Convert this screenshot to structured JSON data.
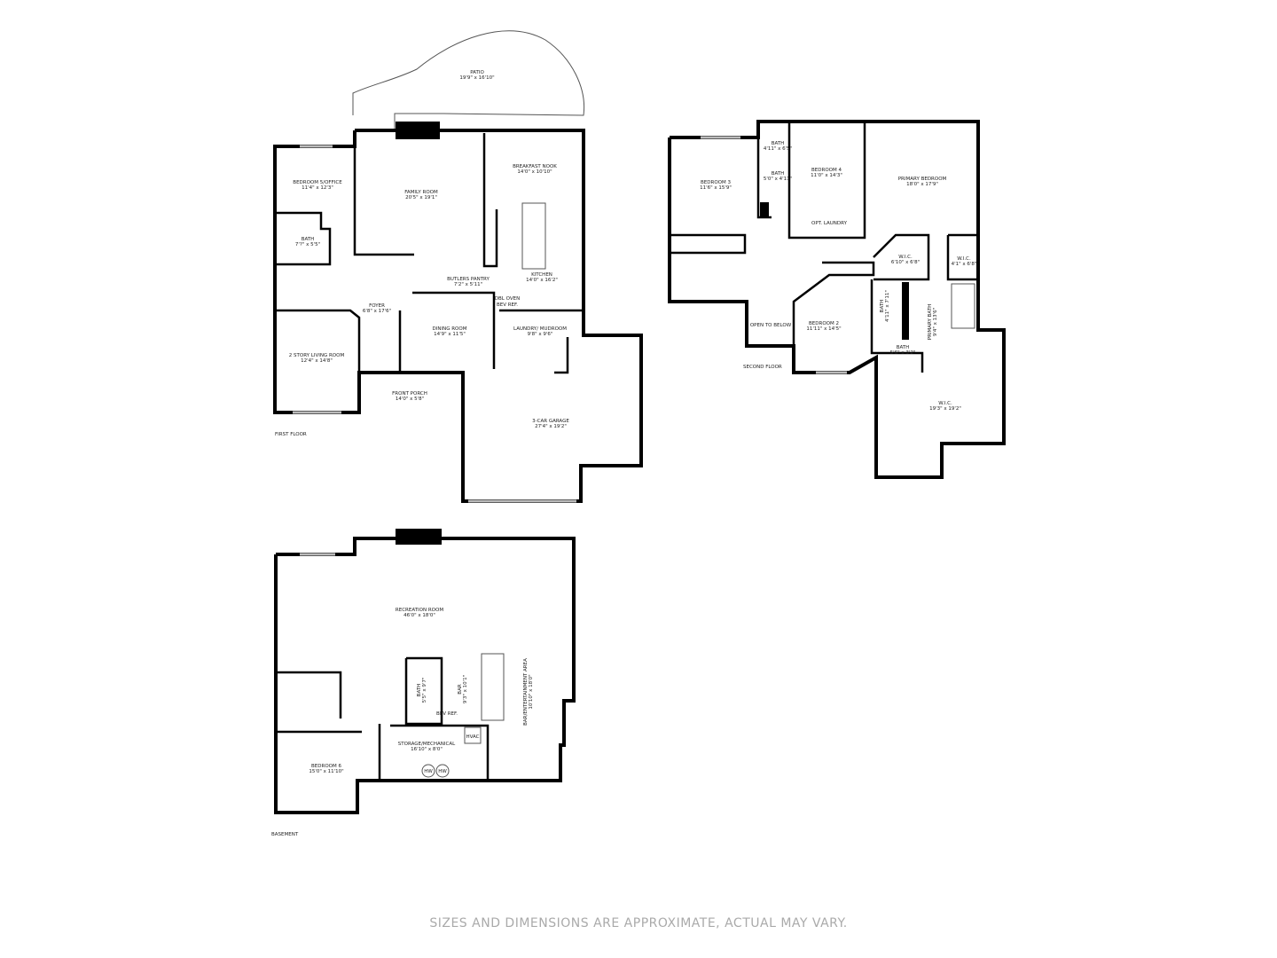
{
  "first_floor": {
    "label": "FIRST FLOOR",
    "rooms": [
      {
        "name": "PATIO",
        "dim": "19'9\" x 16'10\""
      },
      {
        "name": "BEDROOM 5/OFFICE",
        "dim": "11'4\" x 12'3\""
      },
      {
        "name": "FAMILY ROOM",
        "dim": "20'5\" x 19'1\""
      },
      {
        "name": "BREAKFAST NOOK",
        "dim": "14'0\" x 10'10\""
      },
      {
        "name": "BATH",
        "dim": "7'?\" x 5'5\""
      },
      {
        "name": "BUTLERS PANTRY",
        "dim": "7'2\" x 5'11\""
      },
      {
        "name": "KITCHEN",
        "dim": "14'0\" x 16'2\""
      },
      {
        "name": "FOYER",
        "dim": "6'8\" x 17'6\""
      },
      {
        "name": "DINING ROOM",
        "dim": "14'9\" x 11'5\""
      },
      {
        "name": "LAUNDRY/ MUDROOM",
        "dim": "9'8\" x 9'6\""
      },
      {
        "name": "2 STORY LIVING ROOM",
        "dim": "12'4\" x 14'8\""
      },
      {
        "name": "FRONT PORCH",
        "dim": "14'0\" x 5'8\""
      },
      {
        "name": "3-CAR GARAGE",
        "dim": "27'4\" x 19'2\""
      }
    ],
    "fixtures": [
      "DBL OVEN",
      "BEV REF."
    ]
  },
  "second_floor": {
    "label": "SECOND FLOOR",
    "rooms": [
      {
        "name": "BATH",
        "dim": "4'11\" x 6'5\""
      },
      {
        "name": "BEDROOM 3",
        "dim": "11'6\" x 15'9\""
      },
      {
        "name": "BEDROOM 4",
        "dim": "11'0\" x 14'3\""
      },
      {
        "name": "BATH",
        "dim": "5'0\" x 4'11\""
      },
      {
        "name": "PRIMARY BEDROOM",
        "dim": "18'0\" x 17'9\""
      },
      {
        "name": "OPT. LAUNDRY",
        "dim": ""
      },
      {
        "name": "W.I.C.",
        "dim": "6'10\" x 6'8\""
      },
      {
        "name": "W.I.C.",
        "dim": "4'1\" x 6'8\""
      },
      {
        "name": "BATH",
        "dim": "4'11\" x 7'11\""
      },
      {
        "name": "PRIMARY BATH",
        "dim": "9'4\" x 13'6\""
      },
      {
        "name": "OPEN TO BELOW",
        "dim": ""
      },
      {
        "name": "BEDROOM 2",
        "dim": "11'11\" x 14'5\""
      },
      {
        "name": "BATH",
        "dim": "5'6\" x 3'2\""
      },
      {
        "name": "W.I.C.",
        "dim": "19'3\" x 19'2\""
      }
    ]
  },
  "basement": {
    "label": "BASEMENT",
    "rooms": [
      {
        "name": "RECREATION ROOM",
        "dim": "46'0\" x 18'0\""
      },
      {
        "name": "BATH",
        "dim": "5'5\" x 9'7\""
      },
      {
        "name": "BAR",
        "dim": "9'3\" x 10'1\""
      },
      {
        "name": "BAR/ENTERTAINMENT AREA",
        "dim": "10'10\" x 18'0\""
      },
      {
        "name": "STORAGE/MECHANICAL",
        "dim": "16'10\" x 8'0\""
      },
      {
        "name": "BEDROOM 6",
        "dim": "15'0\" x 11'10\""
      }
    ],
    "fixtures": [
      "BEV REF.",
      "HVAC",
      "HW",
      "HW"
    ]
  },
  "footer": "SIZES AND DIMENSIONS ARE APPROXIMATE, ACTUAL MAY VARY."
}
